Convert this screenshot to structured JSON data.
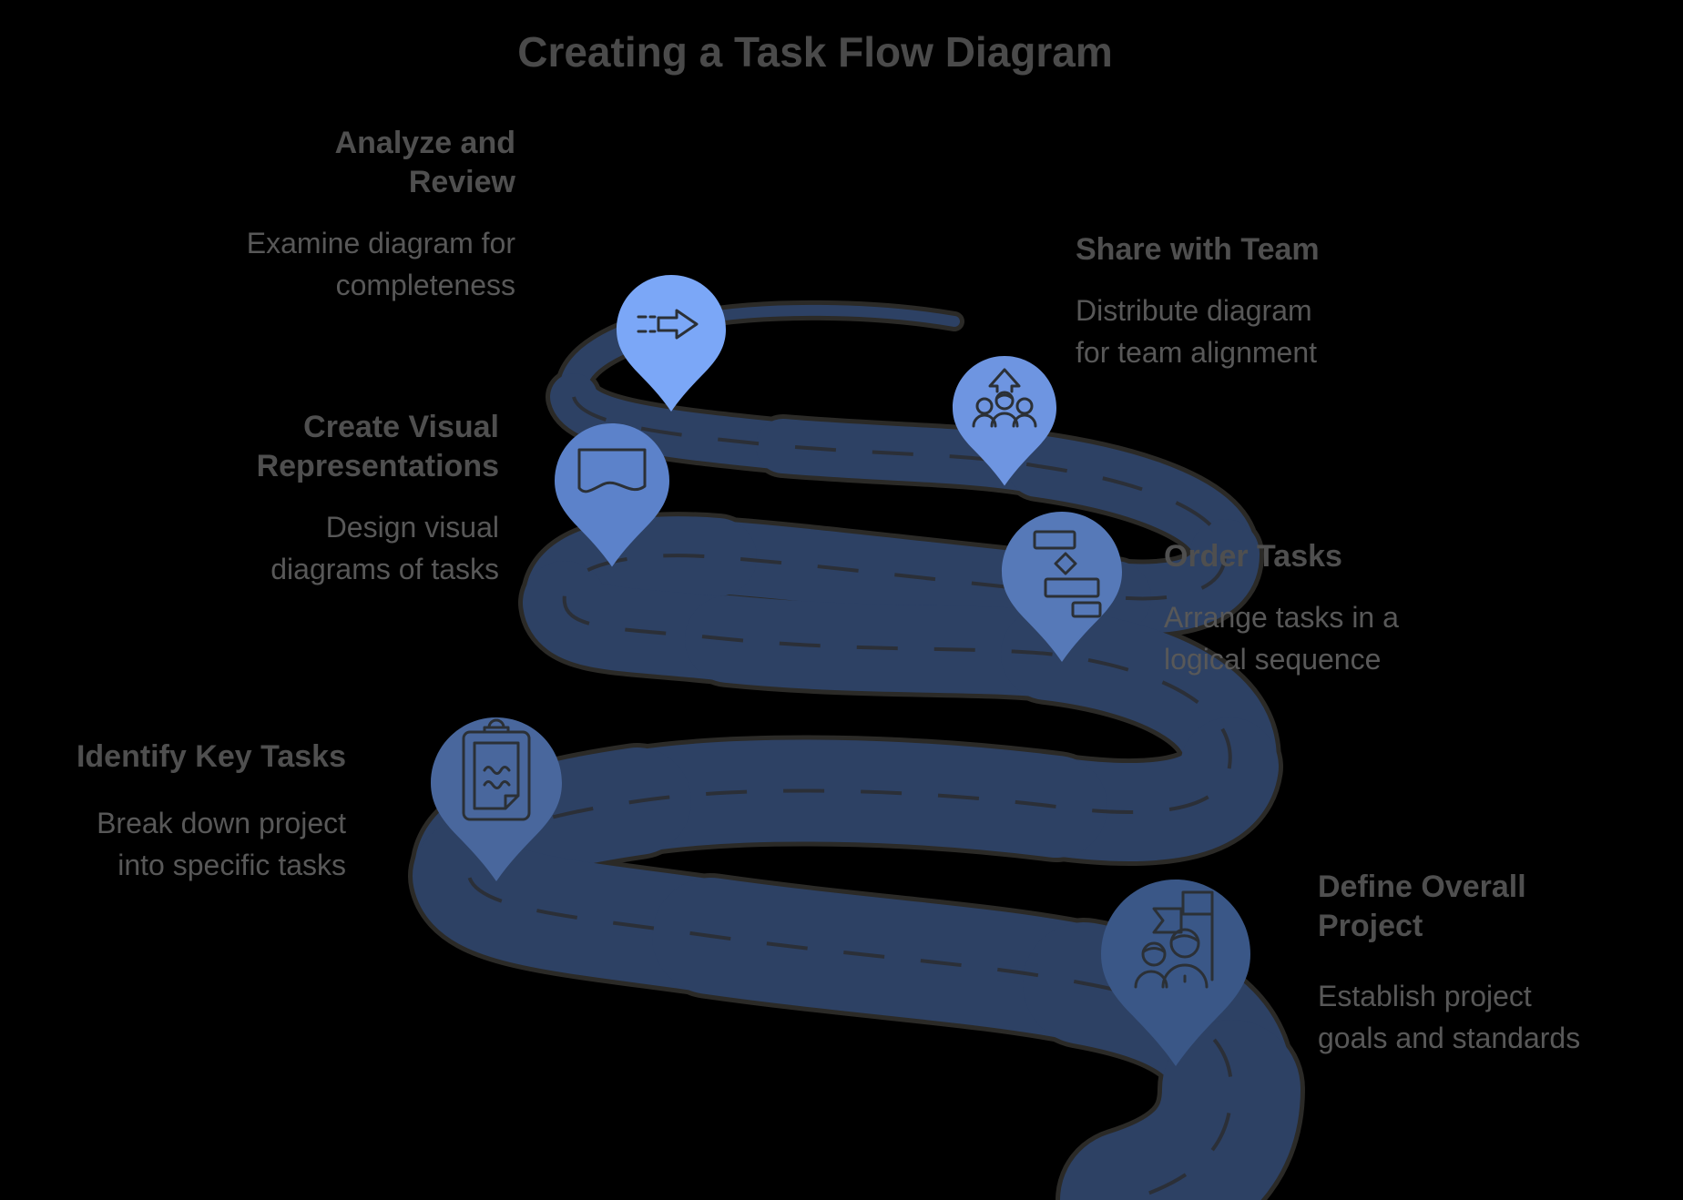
{
  "title": "Creating a Task Flow Diagram",
  "colors": {
    "background": "#000000",
    "title_text": "#4a4a4a",
    "heading_text": "#4f4f4f",
    "body_text": "#585858",
    "road": "#2d4164",
    "road_outline": "#2b2a27",
    "road_dash": "#2b2f37",
    "icon_stroke": "#2b3036"
  },
  "steps": [
    {
      "title": "Analyze and\nReview",
      "description": "Examine diagram for\ncompleteness",
      "icon": "dashed-arrow-right-icon",
      "pin_color": "#7ba7f7"
    },
    {
      "title": "Share with Team",
      "description": "Distribute diagram\nfor team alignment",
      "icon": "team-up-arrow-icon",
      "pin_color": "#6e95e1"
    },
    {
      "title": "Create Visual\nRepresentations",
      "description": "Design visual\ndiagrams of tasks",
      "icon": "document-wave-icon",
      "pin_color": "#5c82ca"
    },
    {
      "title": "Order Tasks",
      "description": "Arrange tasks in a\nlogical sequence",
      "icon": "sequence-blocks-icon",
      "pin_color": "#5679b8"
    },
    {
      "title": "Identify Key Tasks",
      "description": "Break down project\ninto specific tasks",
      "icon": "clipboard-icon",
      "pin_color": "#49679d"
    },
    {
      "title": "Define Overall\nProject",
      "description": "Establish project\ngoals and standards",
      "icon": "goal-flag-team-icon",
      "pin_color": "#3a5787"
    }
  ]
}
